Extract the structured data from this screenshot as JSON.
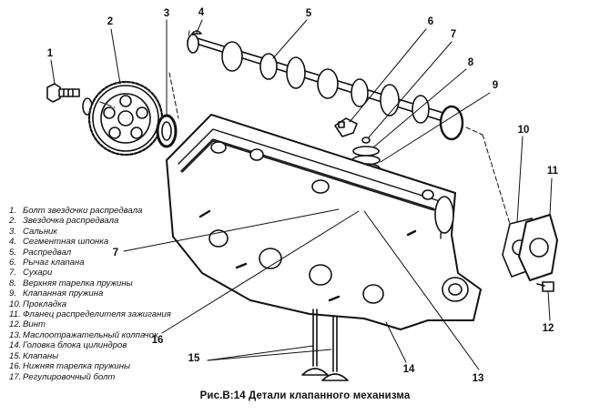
{
  "caption": "Рис.В:14 Детали клапанного механизма",
  "callouts": [
    "1",
    "2",
    "3",
    "4",
    "5",
    "6",
    "7",
    "8",
    "9",
    "10",
    "11",
    "12",
    "13",
    "14",
    "15",
    "16",
    "7"
  ],
  "legend": [
    {
      "num": "1.",
      "text": "Болт звездочки распредвала"
    },
    {
      "num": "2.",
      "text": "Звездочка распредвала"
    },
    {
      "num": "3.",
      "text": "Сальник"
    },
    {
      "num": "4.",
      "text": "Сегментная шпонка"
    },
    {
      "num": "5.",
      "text": "Распредвал"
    },
    {
      "num": "6.",
      "text": "Рычаг клапана"
    },
    {
      "num": "7.",
      "text": "Сухари"
    },
    {
      "num": "8.",
      "text": "Верхняя тарелка пружины"
    },
    {
      "num": "9.",
      "text": "Клапанная пружина"
    },
    {
      "num": "10.",
      "text": "Прокладка"
    },
    {
      "num": "11.",
      "text": "Фланец распределителя зажигания"
    },
    {
      "num": "12.",
      "text": "Винт"
    },
    {
      "num": "13.",
      "text": "Маслоотражательный колпачок"
    },
    {
      "num": "14.",
      "text": "Головка блока цилиндров"
    },
    {
      "num": "15.",
      "text": "Клапаны"
    },
    {
      "num": "16.",
      "text": "Нижняя тарелка пружины"
    },
    {
      "num": "17.",
      "text": "Регулировочный болт"
    }
  ]
}
